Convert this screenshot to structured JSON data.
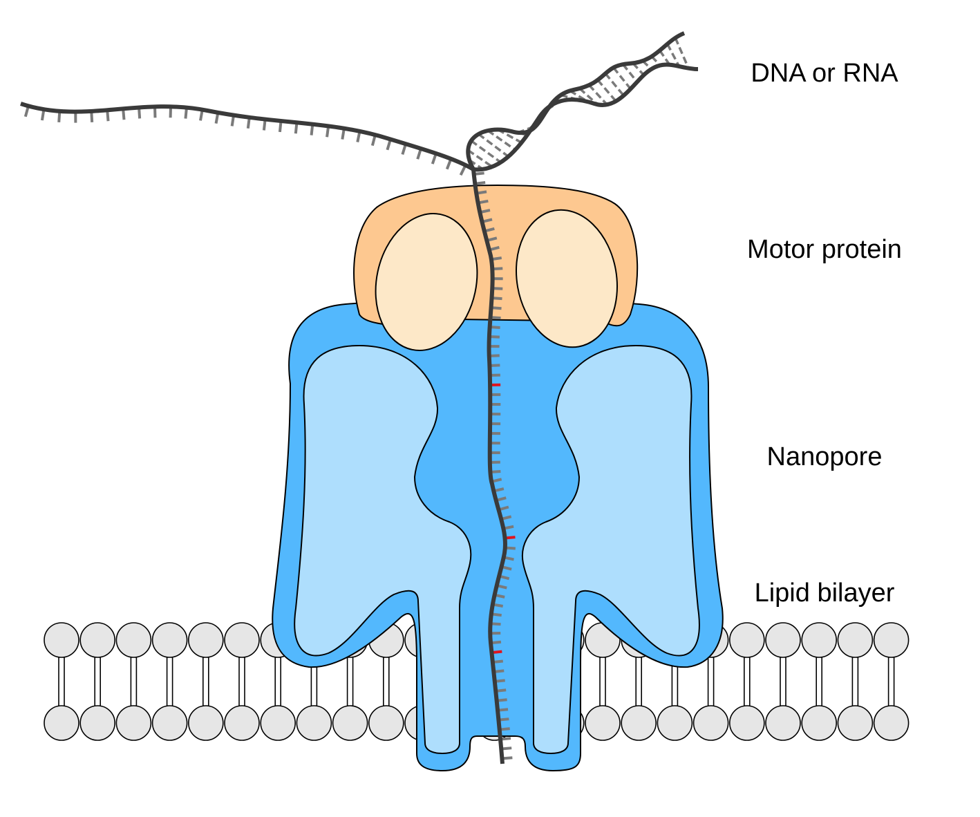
{
  "diagram": {
    "labels": {
      "dna": "DNA or RNA",
      "motor": "Motor protein",
      "nanopore": "Nanopore",
      "bilayer": "Lipid bilayer"
    },
    "colors": {
      "strand": "#3a3a3a",
      "base": "#7a7a7a",
      "marked_base": "#e0141e",
      "motor_outer": "#fdc890",
      "motor_lobe": "#fde8c8",
      "pore_outer": "#53b8fd",
      "pore_inner": "#aedefd",
      "lipid_head": "#e6e6e6",
      "outline": "#000000"
    }
  }
}
